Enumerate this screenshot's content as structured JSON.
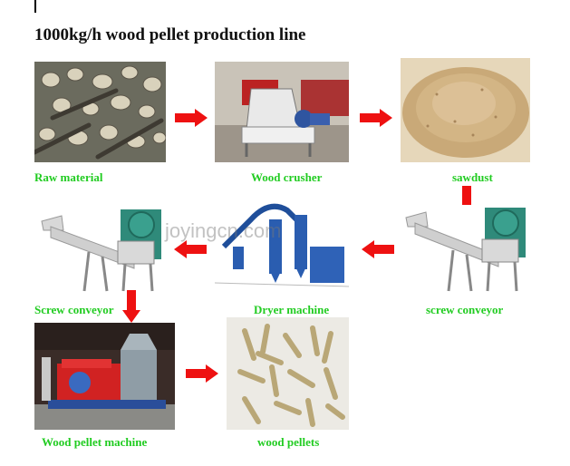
{
  "title": "1000kg/h wood pellet production line",
  "watermark": "joyingcn.com",
  "steps": {
    "raw_material": "Raw material",
    "wood_crusher": "Wood crusher",
    "sawdust": "sawdust",
    "screw_conveyor_left": "Screw conveyor",
    "dryer_machine": "Dryer machine",
    "screw_conveyor_right": "screw conveyor",
    "wood_pellet_machine": "Wood pellet machine",
    "wood_pellets": "wood pellets"
  },
  "colors": {
    "label": "#22cc22",
    "arrow": "#ee1111"
  }
}
